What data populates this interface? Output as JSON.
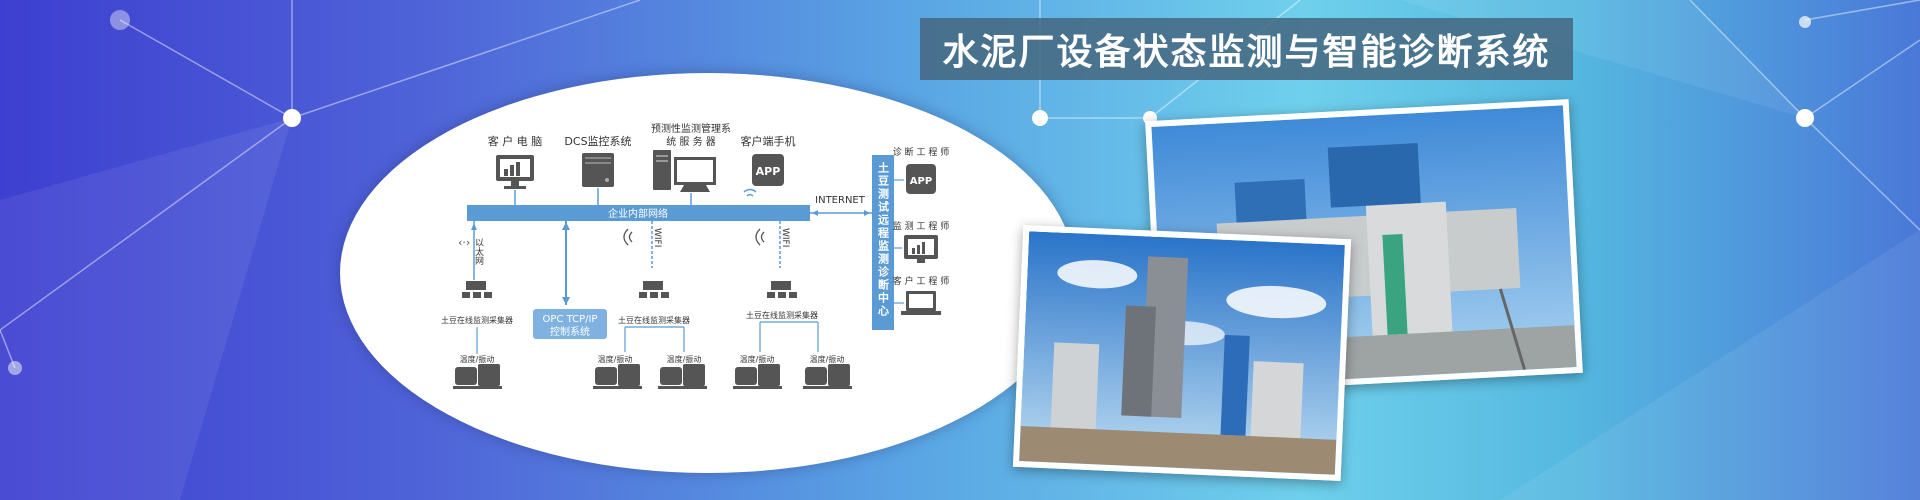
{
  "banner": {
    "title": "水泥厂设备状态监测与智能诊断系统"
  },
  "diagram": {
    "top_devices": [
      {
        "label": "客 户 电 脑",
        "icon": "monitor-chart-icon"
      },
      {
        "label": "DCS监控系统",
        "icon": "server-icon"
      },
      {
        "label_line1": "预测性监测管理系",
        "label_line2": "统 服 务 器",
        "icon": "workstation-icon"
      },
      {
        "label": "客户端手机",
        "icon": "phone-app-icon"
      }
    ],
    "network_bar": "企业内部网络",
    "internet_label": "INTERNET",
    "ethernet_label": "以太网",
    "wifi_label": "WIFI",
    "opc_line1": "OPC TCP/IP",
    "opc_line2": "控制系统",
    "collector_label": "土豆在线监测采集器",
    "sensor_label": "温度/振动",
    "app_label": "APP",
    "remote_center": "土豆测试远程监测诊断中心",
    "engineers": [
      {
        "label": "诊 断 工 程 师",
        "icon": "phone-app-icon"
      },
      {
        "label": "监 测 工 程 师",
        "icon": "monitor-chart-icon"
      },
      {
        "label": "客 户 工 程 师",
        "icon": "laptop-icon"
      }
    ]
  },
  "colors": {
    "accent_blue": "#5b9bd5",
    "title_bg": "#466982",
    "bg_left": "#3d3fd0",
    "bg_right": "#6fd0ec"
  }
}
